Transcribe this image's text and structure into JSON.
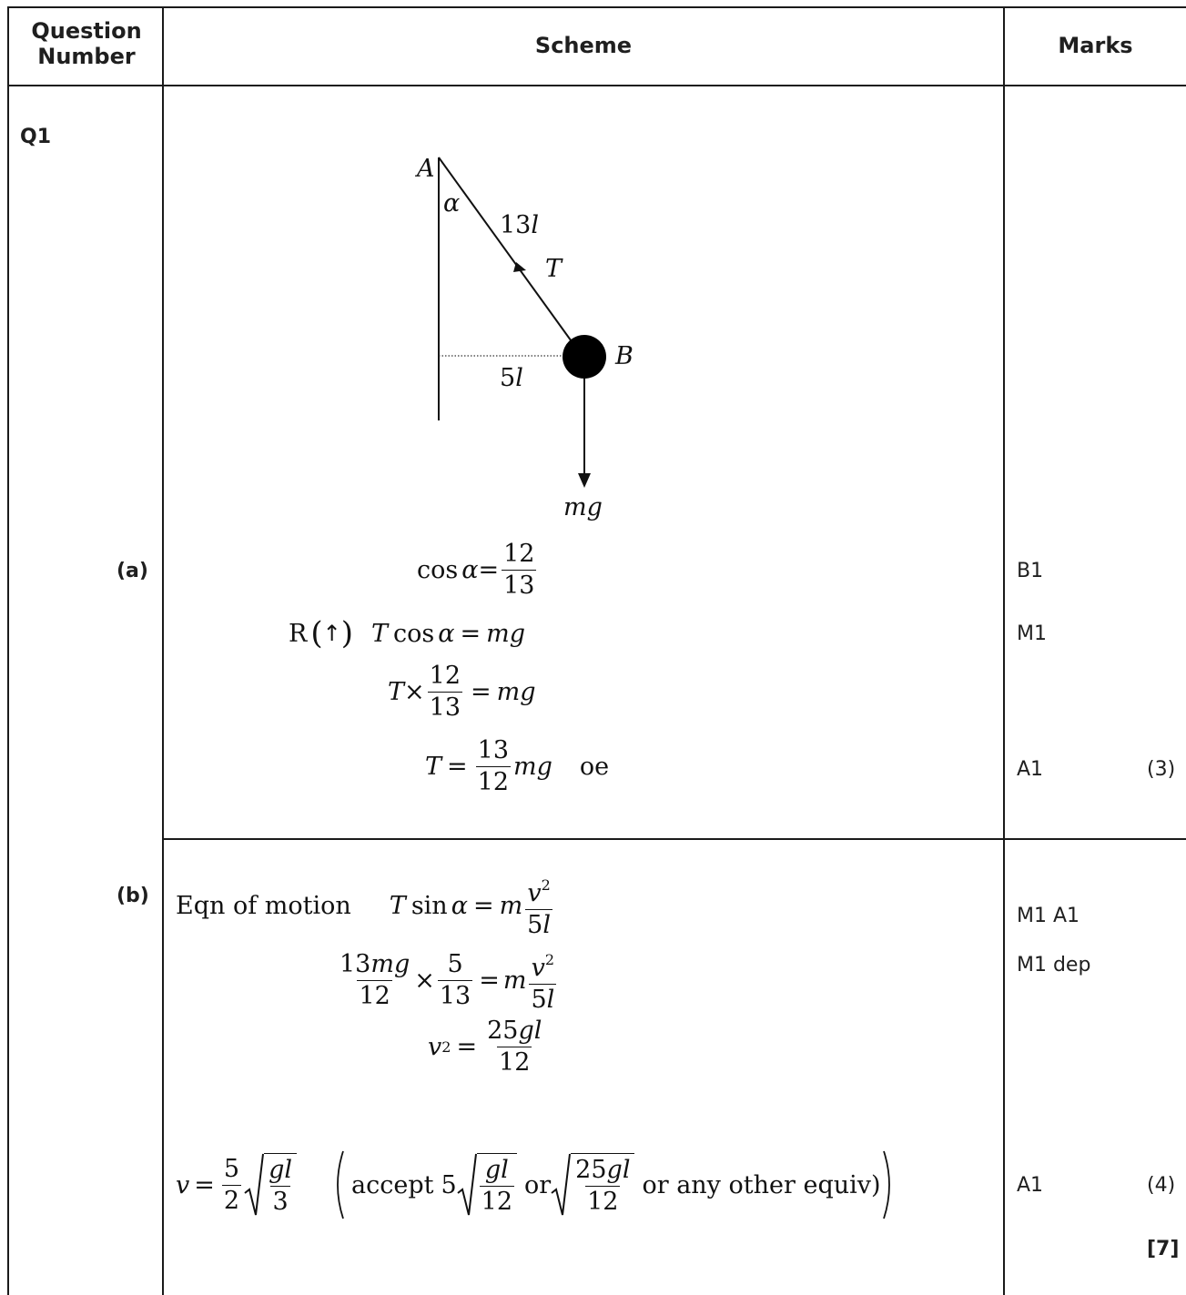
{
  "header": {
    "question_number": "Question Number",
    "scheme": "Scheme",
    "marks": "Marks"
  },
  "question": {
    "id": "Q1",
    "diagram": {
      "point_a": "A",
      "angle": "α",
      "string_length": "13",
      "string_length_var": "l",
      "tension": "T",
      "point_b": "B",
      "radius": "5",
      "radius_var": "l",
      "weight": "mg"
    },
    "part_a": {
      "label": "(a)",
      "resolve_prefix": "R",
      "resolve_arrow": "↑",
      "oe": "oe",
      "marks": [
        "B1",
        "M1",
        "A1"
      ],
      "total": "(3)"
    },
    "part_b": {
      "label": "(b)",
      "eqn_label": "Eqn of motion",
      "accept": "accept",
      "or1": "or",
      "or2": "or any other equiv)",
      "marks": [
        "M1 A1",
        "M1 dep",
        "A1"
      ],
      "total": "(4)"
    },
    "grand_total": "[7]"
  }
}
